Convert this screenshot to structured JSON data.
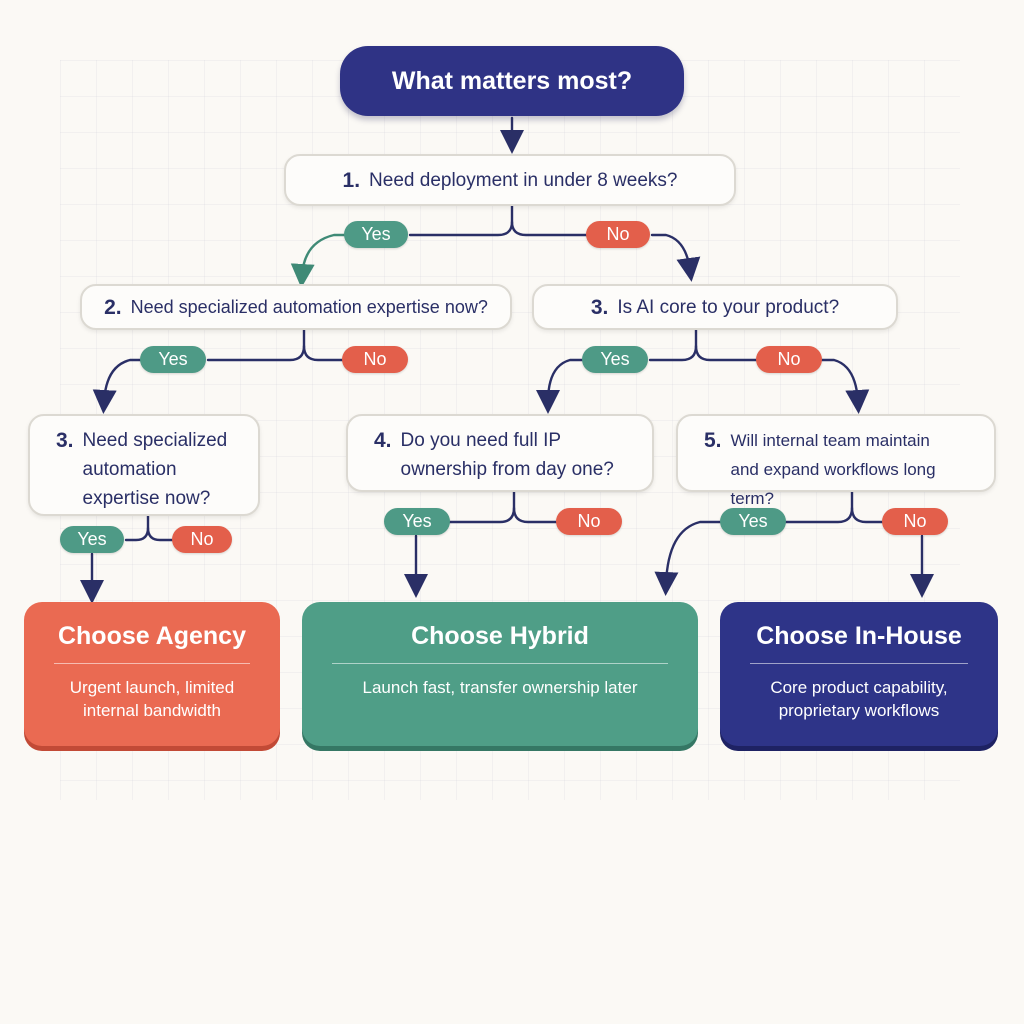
{
  "start": {
    "label": "What matters most?"
  },
  "questions": [
    {
      "num": "1.",
      "text": "Need deployment in under 8 weeks?"
    },
    {
      "num": "2.",
      "text": "Need specialized automation expertise now?"
    },
    {
      "num": "3.",
      "text": "Is AI core to your product?"
    },
    {
      "num": "3.",
      "lines": [
        "Need specialized",
        "automation",
        "expertise now?"
      ]
    },
    {
      "num": "4.",
      "lines": [
        "Do you need full IP",
        "ownership from day one?"
      ]
    },
    {
      "num": "5.",
      "lines": [
        "Will internal team maintain",
        "and expand workflows long term?"
      ]
    }
  ],
  "branch_labels": {
    "yes": "Yes",
    "no": "No"
  },
  "outcomes": [
    {
      "title": "Choose Agency",
      "description": "Urgent launch, limited internal bandwidth"
    },
    {
      "title": "Choose Hybrid",
      "description": "Launch fast, transfer ownership later"
    },
    {
      "title": "Choose In-House",
      "description": "Core product capability, proprietary workflows"
    }
  ],
  "colors": {
    "navy": "#2f3385",
    "green": "#4e9a86",
    "coral": "#e35f4b",
    "connector": "#2a2f66"
  }
}
